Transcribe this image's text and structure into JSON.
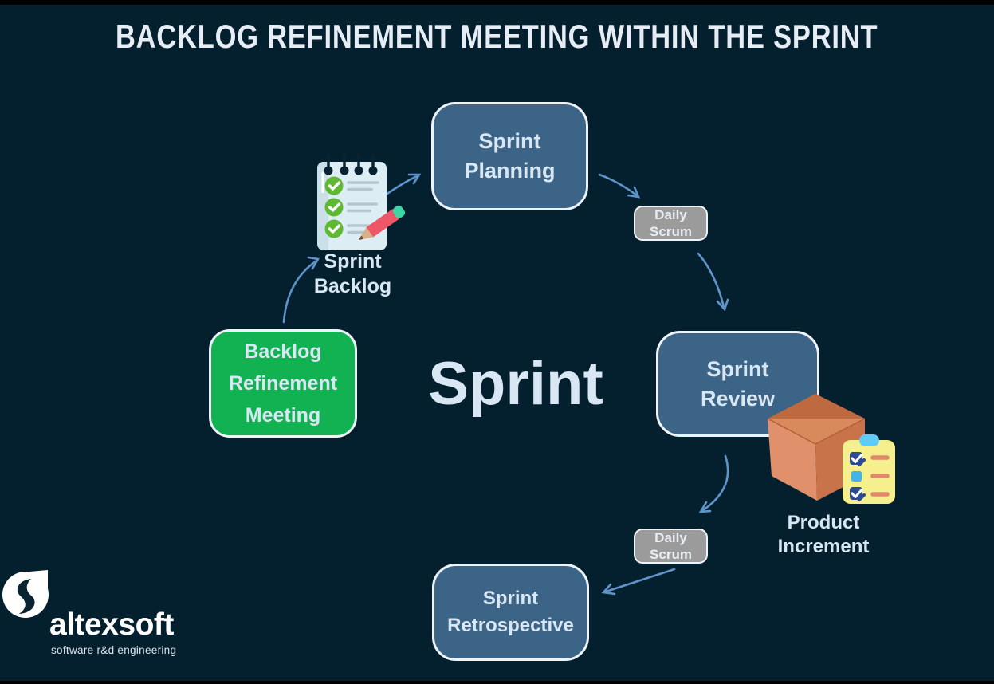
{
  "title": "BACKLOG REFINEMENT MEETING WITHIN THE SPRINT",
  "center_label": "Sprint",
  "nodes": {
    "sprint_planning": "Sprint\nPlanning",
    "daily_scrum_top": "Daily\nScrum",
    "sprint_review": "Sprint\nReview",
    "daily_scrum_bottom": "Daily\nScrum",
    "sprint_retrospective": "Sprint\nRetrospective",
    "backlog_refinement_meeting": "Backlog\nRefinement\nMeeting"
  },
  "annotations": {
    "sprint_backlog": "Sprint\nBacklog",
    "product_increment": "Product\nIncrement"
  },
  "logo": {
    "wordmark": "altexsoft",
    "tagline": "software r&d engineering"
  },
  "icons": {
    "sprint_backlog_icon": "notepad-checklist-with-pencil",
    "product_increment_icon": "cardboard-box-with-clipboard-checklist",
    "logo_mark": "altexsoft-bubble-swirl"
  },
  "colors": {
    "bg": "#04202e",
    "box-blue": "#3c6486",
    "box-green": "#12b151",
    "box-gray": "#9b9b9b",
    "border-light": "#eef3f8",
    "arrow": "#5f94ca",
    "text-light": "#d9e7f4",
    "title": "#e6edf5"
  }
}
